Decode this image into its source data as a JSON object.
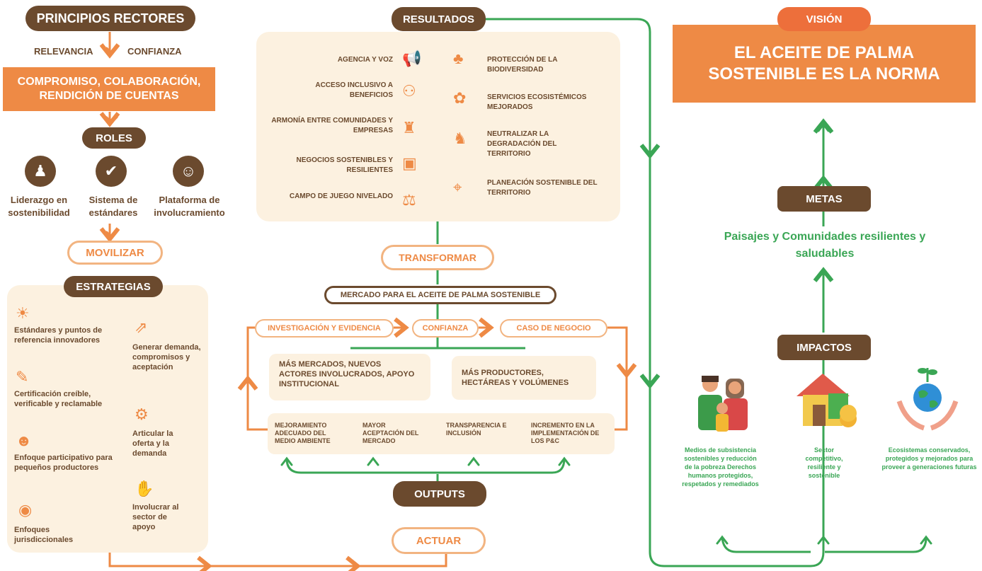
{
  "left": {
    "principios": "PRINCIPIOS RECTORES",
    "relevancia": "RELEVANCIA",
    "confianza": "CONFIANZA",
    "compromiso": "COMPROMISO, COLABORACIÓN, RENDICIÓN DE CUENTAS",
    "roles": "ROLES",
    "role_items": [
      {
        "label": "Liderazgo en sostenibilidad",
        "icon": "leadership-icon"
      },
      {
        "label": "Sistema de estándares",
        "icon": "clipboard-check-icon"
      },
      {
        "label": "Plataforma de involucramiento",
        "icon": "engagement-icon"
      }
    ],
    "movilizar": "MOVILIZAR",
    "estrategias": "ESTRATEGIAS",
    "strategies_left": [
      "Estándares y puntos de referencia innovadores",
      "Certificación creíble, verificable y reclamable",
      "Enfoque participativo para pequeños productores",
      "Enfoques jurisdiccionales"
    ],
    "strategies_right": [
      "Generar demanda, compromisos y aceptación",
      "Articular la oferta y la demanda",
      "Involucrar al sector de apoyo"
    ]
  },
  "middle": {
    "resultados": "RESULTADOS",
    "results_left": [
      "AGENCIA Y VOZ",
      "ACCESO INCLUSIVO A BENEFICIOS",
      "ARMONÍA ENTRE COMUNIDADES Y EMPRESAS",
      "NEGOCIOS SOSTENIBLES Y RESILIENTES",
      "CAMPO DE JUEGO NIVELADO"
    ],
    "results_right": [
      "PROTECCIÓN DE LA BIODIVERSIDAD",
      "SERVICIOS ECOSISTÉMICOS MEJORADOS",
      "NEUTRALIZAR LA DEGRADACIÓN DEL TERRITORIO",
      "PLANEACIÓN SOSTENIBLE DEL TERRITORIO"
    ],
    "transformar": "TRANSFORMAR",
    "mercado": "MERCADO PARA EL ACEITE DE PALMA SOSTENIBLE",
    "investigacion": "INVESTIGACIÓN Y EVIDENCIA",
    "confianza": "CONFIANZA",
    "caso": "CASO DE NEGOCIO",
    "mas_mercados": "MÁS MERCADOS, NUEVOS ACTORES INVOLUCRADOS, APOYO INSTITUCIONAL",
    "mas_productores": "MÁS PRODUCTORES, HECTÁREAS Y VOLÚMENES",
    "row": [
      "MEJORAMIENTO ADECUADO DEL MEDIO AMBIENTE",
      "MAYOR ACEPTACIÓN DEL MERCADO",
      "TRANSPARENCIA E INCLUSIÓN",
      "INCREMENTO EN LA IMPLEMENTACIÓN DE LOS P&C"
    ],
    "outputs": "OUTPUTS",
    "actuar": "ACTUAR"
  },
  "right": {
    "vision": "VISIÓN",
    "vision_text": "EL ACEITE DE PALMA SOSTENIBLE ES LA NORMA",
    "metas": "METAS",
    "metas_text": "Paisajes y Comunidades resilientes y saludables",
    "impactos": "IMPACTOS",
    "impact_items": [
      "Medios de subsistencia sostenibles y reducción de la pobreza Derechos humanos protegidos, respetados y remediados",
      "Sector competitivo, resiliente y sostenible",
      "Ecosistemas conservados, protegidos y mejorados para proveer a generaciones futuras"
    ]
  },
  "colors": {
    "brown": "#6b4a2e",
    "orange": "#ee8a45",
    "orange_dark": "#ed6f3b",
    "green": "#3aa655",
    "cream": "#fcf1e0"
  }
}
